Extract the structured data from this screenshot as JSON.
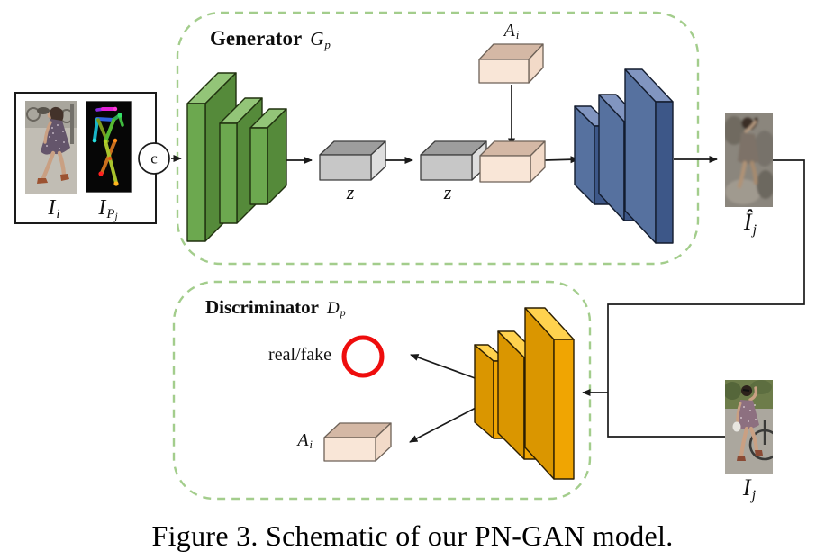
{
  "colors": {
    "dash-green": "#a3cd8c",
    "line": "#1a1a1a",
    "green-front": "#6ca84f",
    "green-top": "#93c578",
    "green-side": "#558a3a",
    "gray-front": "#c7c7c7",
    "gray-top": "#9d9d9d",
    "gray-side": "#dedede",
    "peach-front": "#f9e6d7",
    "peach-top": "#d4b8a5",
    "peach-side": "#f2dac8",
    "blue-front": "#3d5788",
    "blue-top": "#8195c0",
    "blue-side": "#56719f",
    "gold-front": "#f0a502",
    "gold-top": "#ffd24e",
    "gold-side": "#da9600",
    "red-circle": "#ee0d0d"
  },
  "input_panel": {
    "image1_label": {
      "main": "I",
      "sub": "i"
    },
    "image2_label": {
      "main": "I",
      "sub": "P",
      "subsub": "j"
    }
  },
  "concat_node": {
    "label": "c"
  },
  "generator": {
    "title": "Generator",
    "symbol": {
      "main": "G",
      "sub": "p"
    },
    "z1_label": "z",
    "z2_label": "z",
    "attribute_label": {
      "main": "A",
      "sub": "i"
    }
  },
  "outputs": {
    "generated_label": {
      "main": "Î",
      "sub": "j"
    },
    "real_label": {
      "main": "I",
      "sub": "j"
    }
  },
  "discriminator": {
    "title": "Discriminator",
    "symbol": {
      "main": "D",
      "sub": "p"
    },
    "realfake_label": "real/fake",
    "attribute_label": {
      "main": "A",
      "sub": "i"
    }
  },
  "caption": "Figure 3. Schematic of our PN-GAN model."
}
